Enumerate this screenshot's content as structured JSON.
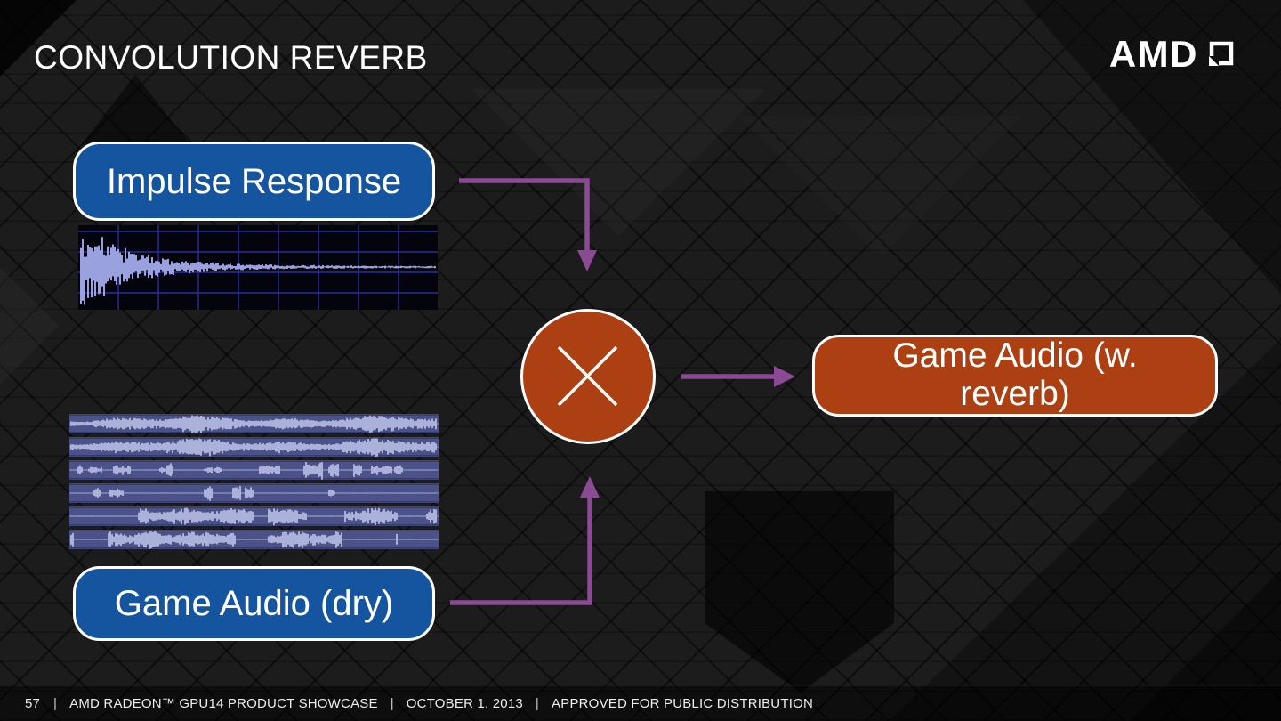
{
  "slide": {
    "title": "CONVOLUTION REVERB",
    "logo_text": "AMD",
    "footer": {
      "page_number": "57",
      "separator": "|",
      "items": [
        "AMD RADEON™ GPU14 PRODUCT SHOWCASE",
        "OCTOBER 1, 2013",
        "APPROVED FOR PUBLIC DISTRIBUTION"
      ]
    }
  },
  "diagram": {
    "nodes": {
      "impulse_response": {
        "label": "Impulse Response",
        "color": "#15549E"
      },
      "game_audio_dry": {
        "label": "Game Audio (dry)",
        "color": "#15549E"
      },
      "multiply": {
        "symbol": "×",
        "color": "#AC4012"
      },
      "game_audio_wet": {
        "label": "Game Audio (w. reverb)",
        "color": "#AC4012"
      }
    },
    "arrow_color": "#8B4A94",
    "border_color": "#ffffff"
  },
  "waveforms": {
    "impulse_response": {
      "kind": "decaying-impulse-with-grid",
      "bg": "#04040C",
      "grid": "#2D2D99",
      "stroke": "#99A2DF"
    },
    "game_audio": {
      "kind": "multitrack",
      "track_count": 6,
      "bg": "#4B5189",
      "edge": "#343A63",
      "center_line": "#9098C6",
      "stroke": "#ABB1D9",
      "track_styles": [
        "dense",
        "dense",
        "bursts",
        "sparse",
        "dense-gappy",
        "dense-gappy"
      ]
    }
  }
}
